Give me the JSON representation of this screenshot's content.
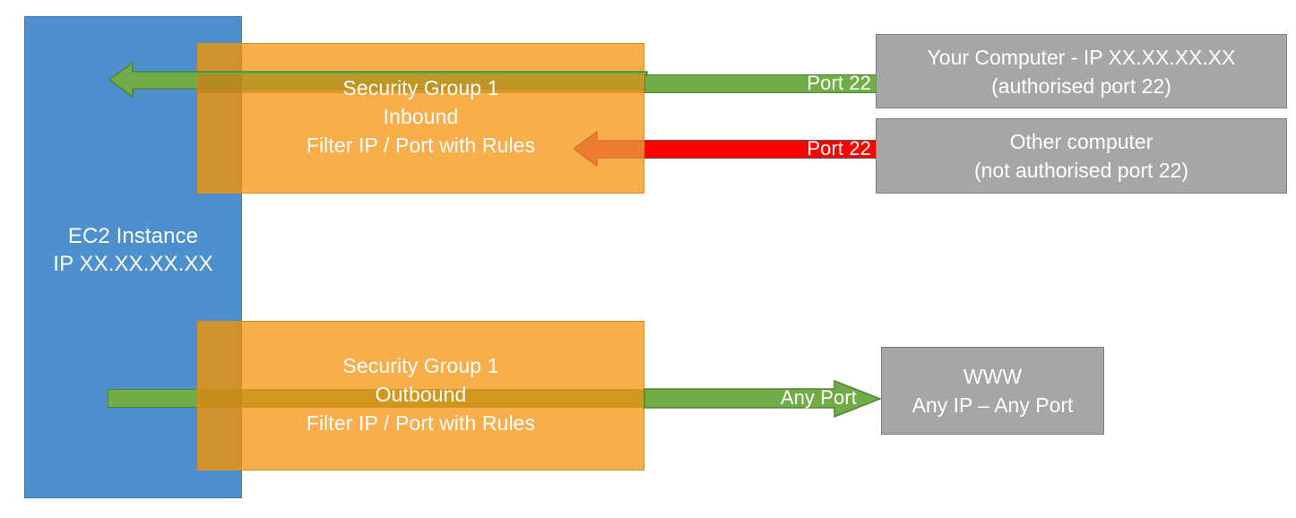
{
  "diagram": {
    "title": "AWS EC2 Security Group inbound and outbound traffic filtering",
    "colors": {
      "ec2_blue": "#4E8FCD",
      "security_group_orange": "#F8AE4B",
      "overlap_orange": "#D0912F",
      "allowed_green": "#70AD47",
      "blocked_red": "#FF0000",
      "blocked_arrow_orange": "#ED7D31",
      "endpoint_grey": "#A6A6A6"
    }
  },
  "ec2": {
    "line1": "EC2 Instance",
    "line2": "IP XX.XX.XX.XX"
  },
  "security_groups": {
    "inbound": {
      "line1": "Security Group 1",
      "line2": "Inbound",
      "line3": "Filter IP / Port with Rules"
    },
    "outbound": {
      "line1": "Security Group 1",
      "line2": "Outbound",
      "line3": "Filter IP / Port with Rules"
    }
  },
  "endpoints": {
    "your_computer": {
      "line1": "Your Computer - IP XX.XX.XX.XX",
      "line2": "(authorised port 22)"
    },
    "other_computer": {
      "line1": "Other computer",
      "line2": "(not authorised port 22)"
    },
    "www": {
      "line1": "WWW",
      "line2": "Any IP – Any Port"
    }
  },
  "flows": {
    "allowed_inbound_label": "Port 22",
    "blocked_inbound_label": "Port 22",
    "outbound_label": "Any Port"
  }
}
